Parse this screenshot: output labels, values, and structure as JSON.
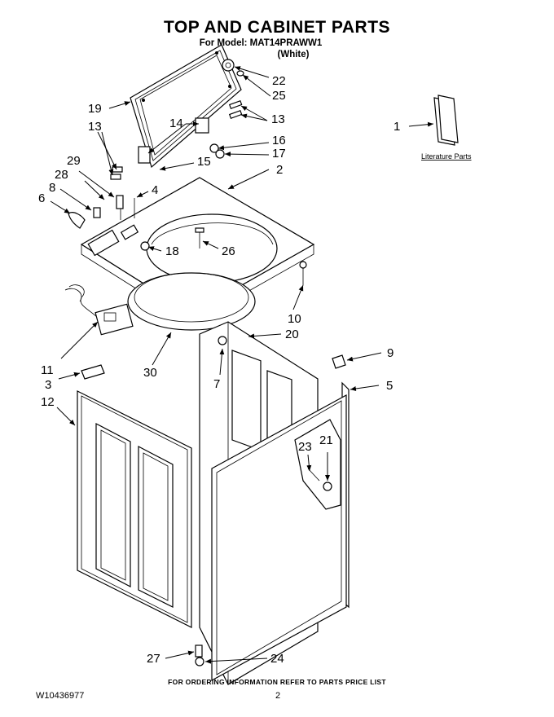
{
  "header": {
    "title": "TOP AND CABINET PARTS",
    "model_line": "For Model: MAT14PRAWW1",
    "color_line": "(White)"
  },
  "literature_label": "Literature Parts",
  "callouts": {
    "c1": "1",
    "c2": "2",
    "c3": "3",
    "c4": "4",
    "c5": "5",
    "c6": "6",
    "c7": "7",
    "c8": "8",
    "c9": "9",
    "c10": "10",
    "c11": "11",
    "c12": "12",
    "c13a": "13",
    "c13b": "13",
    "c14": "14",
    "c15": "15",
    "c16": "16",
    "c17": "17",
    "c18": "18",
    "c19": "19",
    "c20": "20",
    "c21": "21",
    "c22": "22",
    "c23": "23",
    "c24": "24",
    "c25": "25",
    "c26": "26",
    "c27": "27",
    "c28": "28",
    "c29": "29",
    "c30": "30"
  },
  "footer": {
    "ordering_note": "FOR ORDERING INFORMATION REFER TO PARTS PRICE LIST",
    "doc_number": "W10436977",
    "page_number": "2"
  }
}
